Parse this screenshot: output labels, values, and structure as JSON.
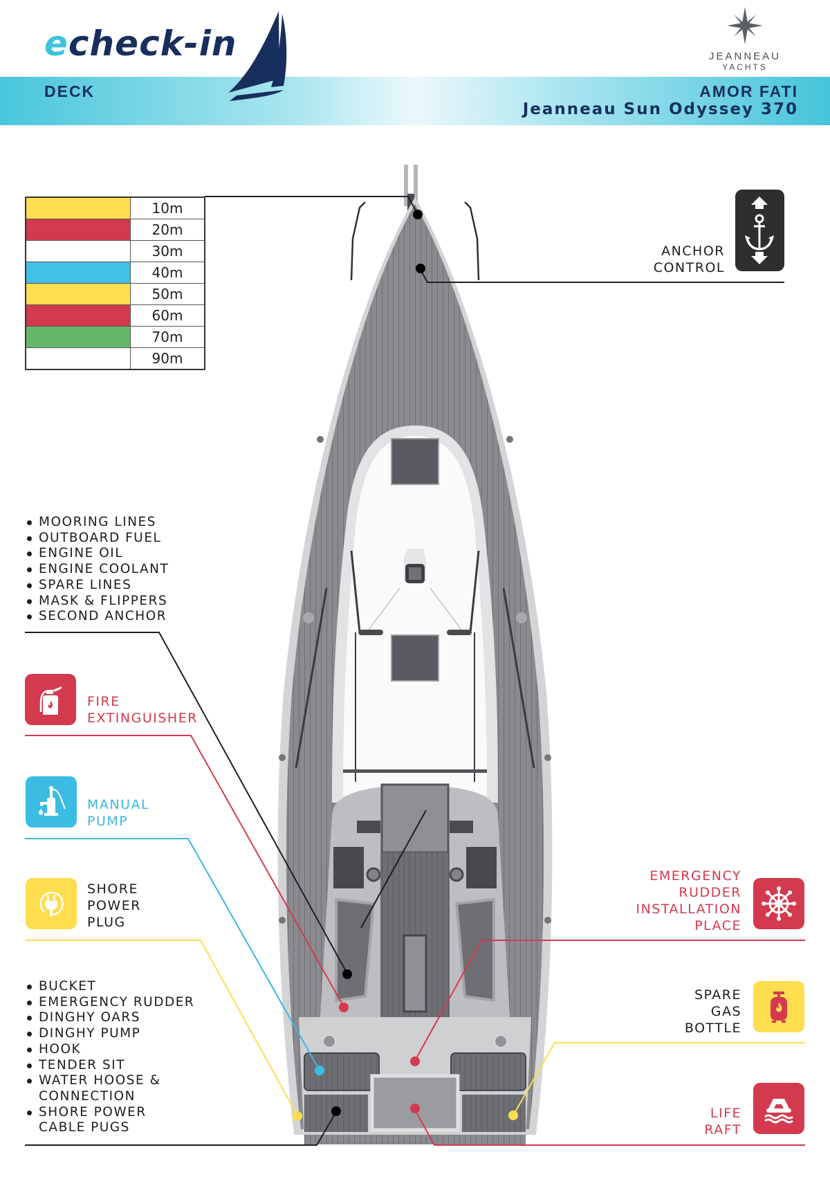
{
  "header": {
    "logo_prefix": "e",
    "logo_text": "check-in",
    "section": "DECK",
    "boat_name": "AMOR FATI",
    "boat_model": "Jeanneau Sun Odyssey 370",
    "brand_name": "JEANNEAU",
    "brand_sub": "YACHTS"
  },
  "anchor_chain_markings": [
    {
      "color": "#fedd4f",
      "length": "10m"
    },
    {
      "color": "#d33a4e",
      "length": "20m"
    },
    {
      "color": "#ffffff",
      "length": "30m"
    },
    {
      "color": "#3fc0e6",
      "length": "40m"
    },
    {
      "color": "#fedd4f",
      "length": "50m"
    },
    {
      "color": "#d33a4e",
      "length": "60m"
    },
    {
      "color": "#66b868",
      "length": "70m"
    },
    {
      "color": "#ffffff",
      "length": "90m"
    }
  ],
  "callouts": {
    "anchor_control": {
      "lines": [
        "ANCHOR",
        "CONTROL"
      ],
      "icon": "anchor-updown-icon"
    },
    "forward_locker": {
      "items": [
        "MOORING LINES",
        "OUTBOARD FUEL",
        "ENGINE OIL",
        "ENGINE COOLANT",
        "SPARE LINES",
        "MASK & FLIPPERS",
        "SECOND ANCHOR"
      ]
    },
    "fire_extinguisher": {
      "lines": [
        "FIRE",
        "EXTINGUISHER"
      ],
      "icon": "fire-extinguisher-icon",
      "color": "#d33a4e"
    },
    "manual_pump": {
      "lines": [
        "MANUAL",
        "PUMP"
      ],
      "icon": "water-pump-icon",
      "color": "#3bbde3"
    },
    "shore_power_plug": {
      "lines": [
        "SHORE",
        "POWER",
        "PLUG"
      ],
      "icon": "power-plug-icon",
      "color": "#fedd4f"
    },
    "aft_locker": {
      "items": [
        "BUCKET",
        "EMERGENCY RUDDER",
        "DINGHY OARS",
        "DINGHY PUMP",
        "HOOK",
        "TENDER SIT",
        "WATER HOOSE & CONNECTION",
        "SHORE POWER CABLE PUGS"
      ]
    },
    "emergency_rudder": {
      "lines": [
        "EMERGENCY",
        "RUDDER",
        "INSTALLATION",
        "PLACE"
      ],
      "icon": "ship-wheel-icon",
      "color": "#d33a4e"
    },
    "spare_gas": {
      "lines": [
        "SPARE",
        "GAS",
        "BOTTLE"
      ],
      "icon": "gas-bottle-icon",
      "color": "#fedd4f"
    },
    "life_raft": {
      "lines": [
        "LIFE",
        "RAFT"
      ],
      "icon": "life-raft-icon",
      "color": "#d33a4e"
    }
  }
}
